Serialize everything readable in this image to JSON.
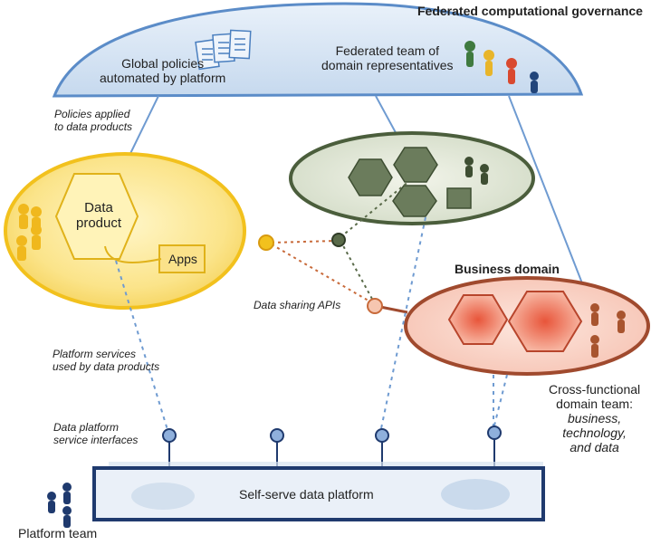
{
  "governance": {
    "title": "Federated computational governance",
    "global_policies_line1": "Global policies",
    "global_policies_line2": "automated by platform",
    "federated_team_line1": "Federated team of",
    "federated_team_line2": "domain representatives"
  },
  "annotations": {
    "policies_applied_line1": "Policies applied",
    "policies_applied_line2": "to data products",
    "data_sharing_apis": "Data sharing APIs",
    "platform_services_line1": "Platform services",
    "platform_services_line2": "used by data products",
    "service_interfaces_line1": "Data platform",
    "service_interfaces_line2": "service interfaces"
  },
  "data_product_domain": {
    "product_line1": "Data",
    "product_line2": "product",
    "apps": "Apps",
    "color": "#f2c11d"
  },
  "business_domain": {
    "title": "Business domain",
    "team_line1": "Cross-functional",
    "team_line2": "domain team:",
    "team_line3": "business,",
    "team_line4": "technology,",
    "team_line5": "and data",
    "color": "#e8553a"
  },
  "platform": {
    "label": "Self-serve data platform",
    "team_label": "Platform team",
    "color": "#1f3a6e"
  }
}
